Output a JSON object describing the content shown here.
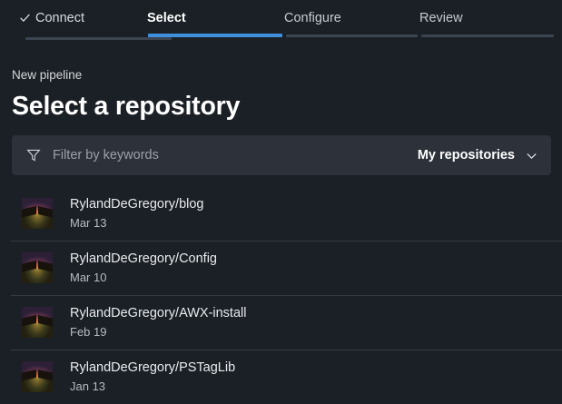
{
  "theme": {
    "page_background": "#1b2026",
    "panel_background": "#2c313a",
    "accent": "#3f8fdc",
    "inactive_bar": "#3b4450",
    "divider": "#353b44",
    "text_primary": "#e9ebee",
    "text_secondary": "#b6bbc2",
    "placeholder": "#9ba1aa"
  },
  "stepper": {
    "steps": [
      {
        "label": "Connect",
        "state": "done",
        "icon": "check-icon"
      },
      {
        "label": "Select",
        "state": "current",
        "icon": ""
      },
      {
        "label": "Configure",
        "state": "upcoming",
        "icon": ""
      },
      {
        "label": "Review",
        "state": "upcoming",
        "icon": ""
      }
    ]
  },
  "header": {
    "eyebrow": "New pipeline",
    "title": "Select a repository"
  },
  "filter": {
    "icon": "filter-funnel-icon",
    "placeholder": "Filter by keywords",
    "value": "",
    "scope_label": "My repositories",
    "scope_chevron": "chevron-down-icon"
  },
  "repositories": [
    {
      "name": "RylandDeGregory/blog",
      "date": "Mar 13",
      "avatar": "sunset-landscape-avatar"
    },
    {
      "name": "RylandDeGregory/Config",
      "date": "Mar 10",
      "avatar": "sunset-landscape-avatar"
    },
    {
      "name": "RylandDeGregory/AWX-install",
      "date": "Feb 19",
      "avatar": "sunset-landscape-avatar"
    },
    {
      "name": "RylandDeGregory/PSTagLib",
      "date": "Jan 13",
      "avatar": "sunset-landscape-avatar"
    }
  ]
}
